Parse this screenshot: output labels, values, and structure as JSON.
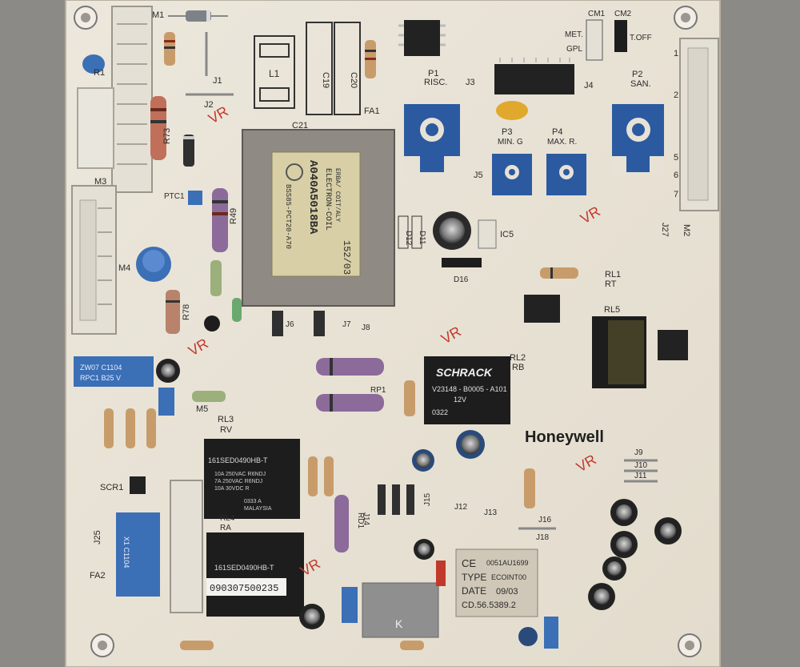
{
  "colors": {
    "board": "#e8e2d6",
    "silkscreen": "#2b2b2b",
    "silk_red": "#c0392b",
    "pot_blue": "#2c5aa0",
    "relay_black": "#1d1d1d",
    "transformer": "#8f8a84",
    "connector_white": "#e4e0d6",
    "resistor": "#c89c6a",
    "capacitor_blue": "#3b6fb6"
  },
  "labels": {
    "m1": "M1",
    "cm1": "CM1",
    "cm2": "CM2",
    "met": "MET.",
    "gpl": "GPL",
    "toff": "T.OFF",
    "r1": "R1",
    "j1": "J1",
    "j2": "J2",
    "j3": "J3",
    "j4": "J4",
    "j5": "J5",
    "j6": "J6",
    "j7": "J7",
    "j8": "J8",
    "j9": "J9",
    "j10": "J10",
    "j11": "J11",
    "j12": "J12",
    "j13": "J13",
    "j14": "J14",
    "j15": "J15",
    "j16": "J16",
    "j18": "J18",
    "j25": "J25",
    "j27": "J27",
    "l1": "L1",
    "c19": "C19",
    "c20": "C20",
    "c21": "C21",
    "fa1": "FA1",
    "fa2": "FA2",
    "p1": "P1",
    "risc": "RISC.",
    "p2": "P2",
    "san": "SAN.",
    "p3": "P3",
    "min_g": "MIN. G",
    "p4": "P4",
    "max_r": "MAX. R.",
    "r73": "R73",
    "m3": "M3",
    "m4": "M4",
    "m5": "M5",
    "m2": "M2",
    "ptc1": "PTC1",
    "r49": "R49",
    "r78": "R78",
    "d11": "D11",
    "d12": "D12",
    "d16": "D16",
    "ic5": "IC5",
    "rl1": "RL1",
    "rt": "RT",
    "rl5": "RL5",
    "rl2": "RL2",
    "rb": "RB",
    "rl3": "RL3",
    "rv": "RV",
    "rl4": "RL4",
    "ra": "RA",
    "scr1": "SCR1",
    "rp1": "RP1",
    "rd1": "RD1",
    "honeywell": "Honeywell",
    "pin_1": "1",
    "pin_2": "2",
    "pin_5": "5",
    "pin_6": "6",
    "pin_7": "7"
  },
  "transformer": {
    "brand": "ELECTRON-COIL",
    "brand_sub": "ERBA/ COIT/ALY",
    "part": "A040A5018BA",
    "code": "BSS85-PCT20-A70",
    "date": "152/03"
  },
  "schrack_relay": {
    "brand": "SCHRACK",
    "part": "V23148 - B0005 - A101",
    "voltage": "12V",
    "code": "0322"
  },
  "relay_rv": {
    "part": "161SED0490HB-T",
    "rating1": "10A 250VAC R6NDJ",
    "rating2": "7A 250VAC R6NDJ",
    "rating3": "10A 30VDC R",
    "lot": "0333 A",
    "origin": "MALAYSIA"
  },
  "relay_ra": {
    "part": "161SED0490HB-T"
  },
  "serial_sticker": "090307500235",
  "ce_label": {
    "ce": "CE",
    "number": "0051AU1699",
    "type_label": "TYPE",
    "type_value": "ECOINT00",
    "date_label": "DATE",
    "date_value": "09/03",
    "cd": "CD.56.5389.2"
  },
  "small_cap": {
    "line1": "ZW07 C1104",
    "line2": "RPC1 B25 V"
  },
  "filter_cap": "X1 C1104",
  "k_label": "K",
  "vr_marks": [
    "VR",
    "VR",
    "VR",
    "VR",
    "VR",
    "VR"
  ]
}
